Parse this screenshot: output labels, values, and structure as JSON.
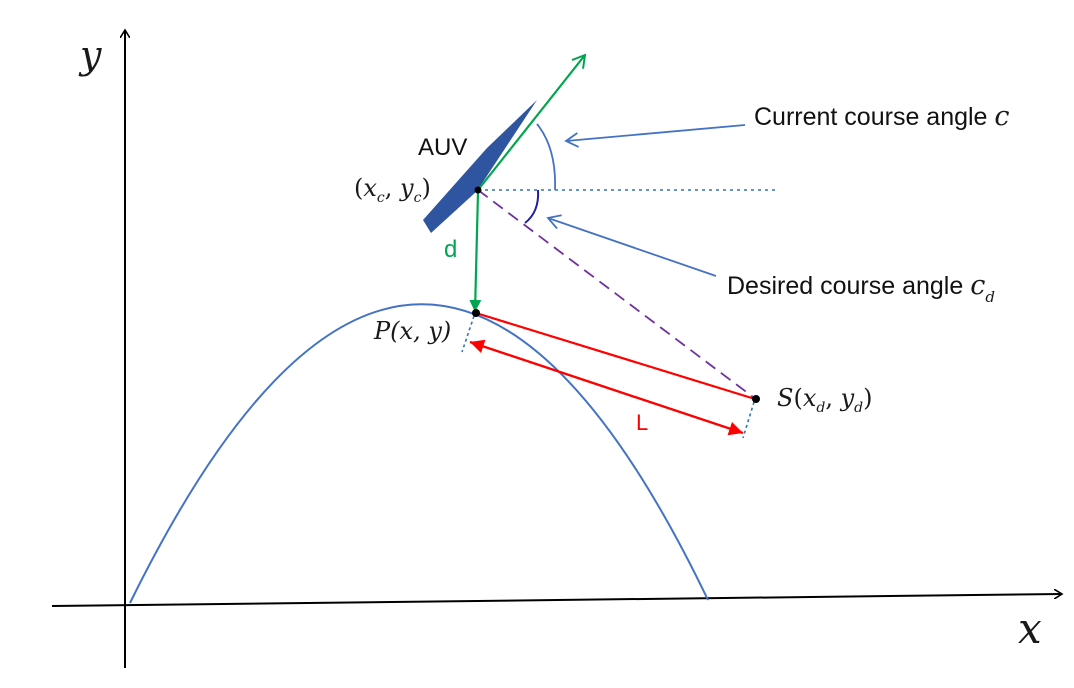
{
  "axes": {
    "x_label": "x",
    "y_label": "y"
  },
  "vehicle": {
    "label": "AUV"
  },
  "points": {
    "current": {
      "open": "(",
      "x": "x",
      "x_sub": "c",
      "comma": ", ",
      "y": "y",
      "y_sub": "c",
      "close": ")"
    },
    "path_point": {
      "name": "P",
      "args": "(x, y)"
    },
    "desired": {
      "name": "S",
      "open": "(",
      "x": "x",
      "x_sub": "d",
      "comma": ", ",
      "y": "y",
      "y_sub": "d",
      "close": ")"
    }
  },
  "labels": {
    "distance": "d",
    "lookahead": "L",
    "current_course": {
      "text": "Current course angle ",
      "symbol": "c"
    },
    "desired_course": {
      "text": "Desired course angle ",
      "symbol": "c",
      "sub": "d"
    }
  },
  "colors": {
    "axis": "#000000",
    "curve": "#4472C4",
    "auv_body": "#2F55A0",
    "heading": "#00A64F",
    "distance": "#00A64F",
    "lookahead": "#FF0000",
    "desired_line": "#7030A0",
    "desired_arc": "#1F1F9F",
    "callout": "#4472C4",
    "reference_dotted": "#2E75B6"
  }
}
